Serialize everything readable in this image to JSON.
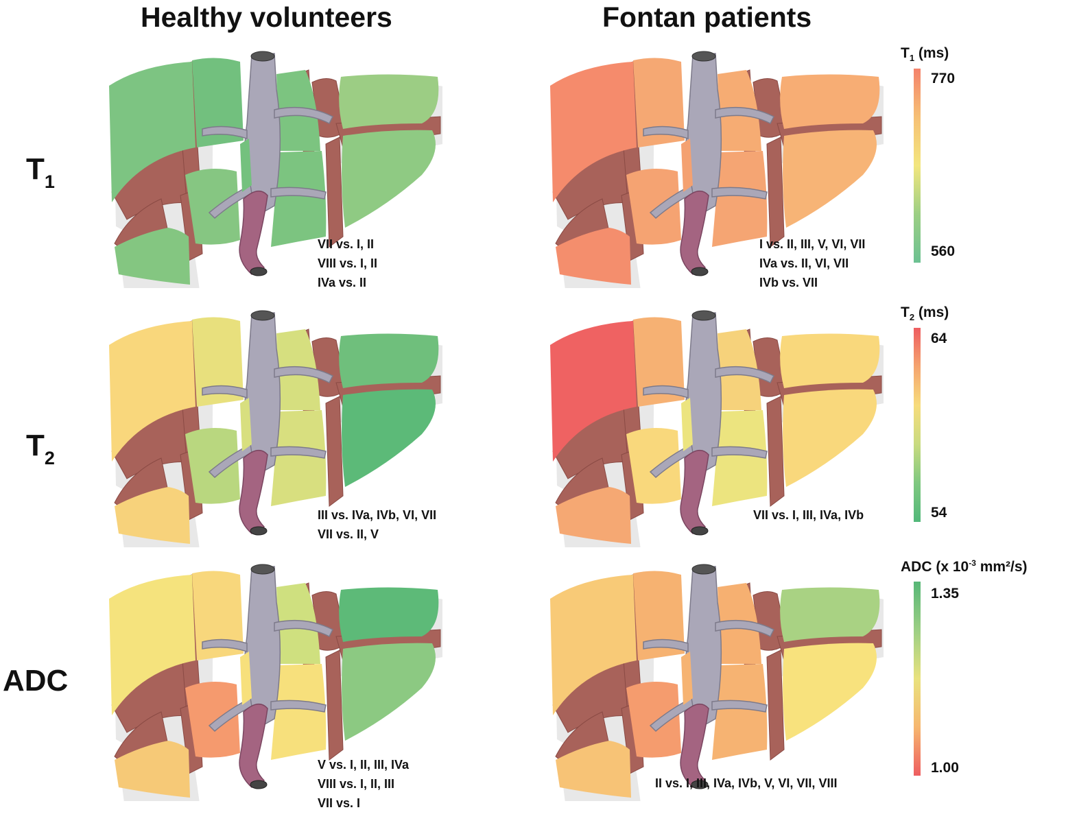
{
  "columns": {
    "left": "Healthy volunteers",
    "right": "Fontan patients"
  },
  "rows": [
    {
      "label_main": "T",
      "label_sub": "1"
    },
    {
      "label_main": "T",
      "label_sub": "2"
    },
    {
      "label_main": "ADC",
      "label_sub": ""
    }
  ],
  "scales": {
    "t1": {
      "title_main": "T",
      "title_sub": "1",
      "title_unit": " (ms)",
      "max": "770",
      "min": "560",
      "gradient": [
        "#f4826b",
        "#f6c075",
        "#f3e67e",
        "#9ccf84",
        "#6cc192"
      ]
    },
    "t2": {
      "title_main": "T",
      "title_sub": "2",
      "title_unit": " (ms)",
      "max": "64",
      "min": "54",
      "gradient": [
        "#ee5d60",
        "#f5a46f",
        "#f7dc7c",
        "#c9db80",
        "#7fc880",
        "#52b87a"
      ]
    },
    "adc": {
      "title_pre": "ADC (x 10",
      "title_sup": "-3",
      "title_post": " mm²/s)",
      "max": "1.35",
      "min": "1.00",
      "gradient": [
        "#57b777",
        "#9ccf84",
        "#e9e27e",
        "#f6b76f",
        "#ee5d60"
      ]
    }
  },
  "comparisons": {
    "t1_healthy": [
      "VII vs. I, II",
      "VIII vs. I, II",
      "IVa vs. II"
    ],
    "t1_fontan": [
      "I vs. II, III, V, VI, VII",
      "IVa vs. II, VI, VII",
      "IVb vs. VII"
    ],
    "t2_healthy": [
      "III vs. IVa, IVb, VI, VII",
      "VII vs. II, V"
    ],
    "t2_fontan": [
      "VII vs. I, III, IVa, IVb"
    ],
    "adc_healthy": [
      "V vs. I, II, III, IVa",
      "VIII vs. I, II, III",
      "VII vs. I"
    ],
    "adc_fontan": [
      "II vs. I, III, IVa, IVb, V, VI, VII, VIII"
    ]
  },
  "livers": {
    "t1_healthy": {
      "vii": "#7dc482",
      "viii": "#72c07e",
      "ii": "#9ccd84",
      "iii": "#8fca83",
      "vi": "#84c681",
      "v": "#86c682",
      "iva": "#7cc480",
      "i": "#74c17e",
      "ivb": "#7cc480"
    },
    "t1_fontan": {
      "vii": "#f58b6c",
      "viii": "#f5a873",
      "ii": "#f7ad74",
      "iii": "#f7b476",
      "vi": "#f48e6d",
      "v": "#f5a372",
      "iva": "#f6ac73",
      "i": "#f4a171",
      "ivb": "#f5a573"
    },
    "t2_healthy": {
      "vii": "#f9d77c",
      "viii": "#e8e07d",
      "ii": "#6fbf7c",
      "iii": "#5cba78",
      "vi": "#f7d27b",
      "v": "#b9d77f",
      "iva": "#d6df7f",
      "i": "#d8df7f",
      "ivb": "#d8df7f"
    },
    "t2_fontan": {
      "vii": "#ef6262",
      "viii": "#f6b173",
      "ii": "#f9d87c",
      "iii": "#f9d87c",
      "vi": "#f5a873",
      "v": "#f9d87c",
      "iva": "#f6d27b",
      "i": "#ece47f",
      "ivb": "#ece47f"
    },
    "adc_healthy": {
      "vii": "#f5e37d",
      "viii": "#f8d77c",
      "ii": "#5dba78",
      "iii": "#8cc982",
      "vi": "#f6c977",
      "v": "#f59a6e",
      "iva": "#cfe07f",
      "i": "#f7e07c",
      "ivb": "#f7e07c"
    },
    "adc_fontan": {
      "vii": "#f8ca77",
      "viii": "#f6b271",
      "ii": "#a9d283",
      "iii": "#f8e27d",
      "vi": "#f7c376",
      "v": "#f59c6e",
      "iva": "#f6b071",
      "i": "#f6b372",
      "ivb": "#f6b372"
    }
  }
}
